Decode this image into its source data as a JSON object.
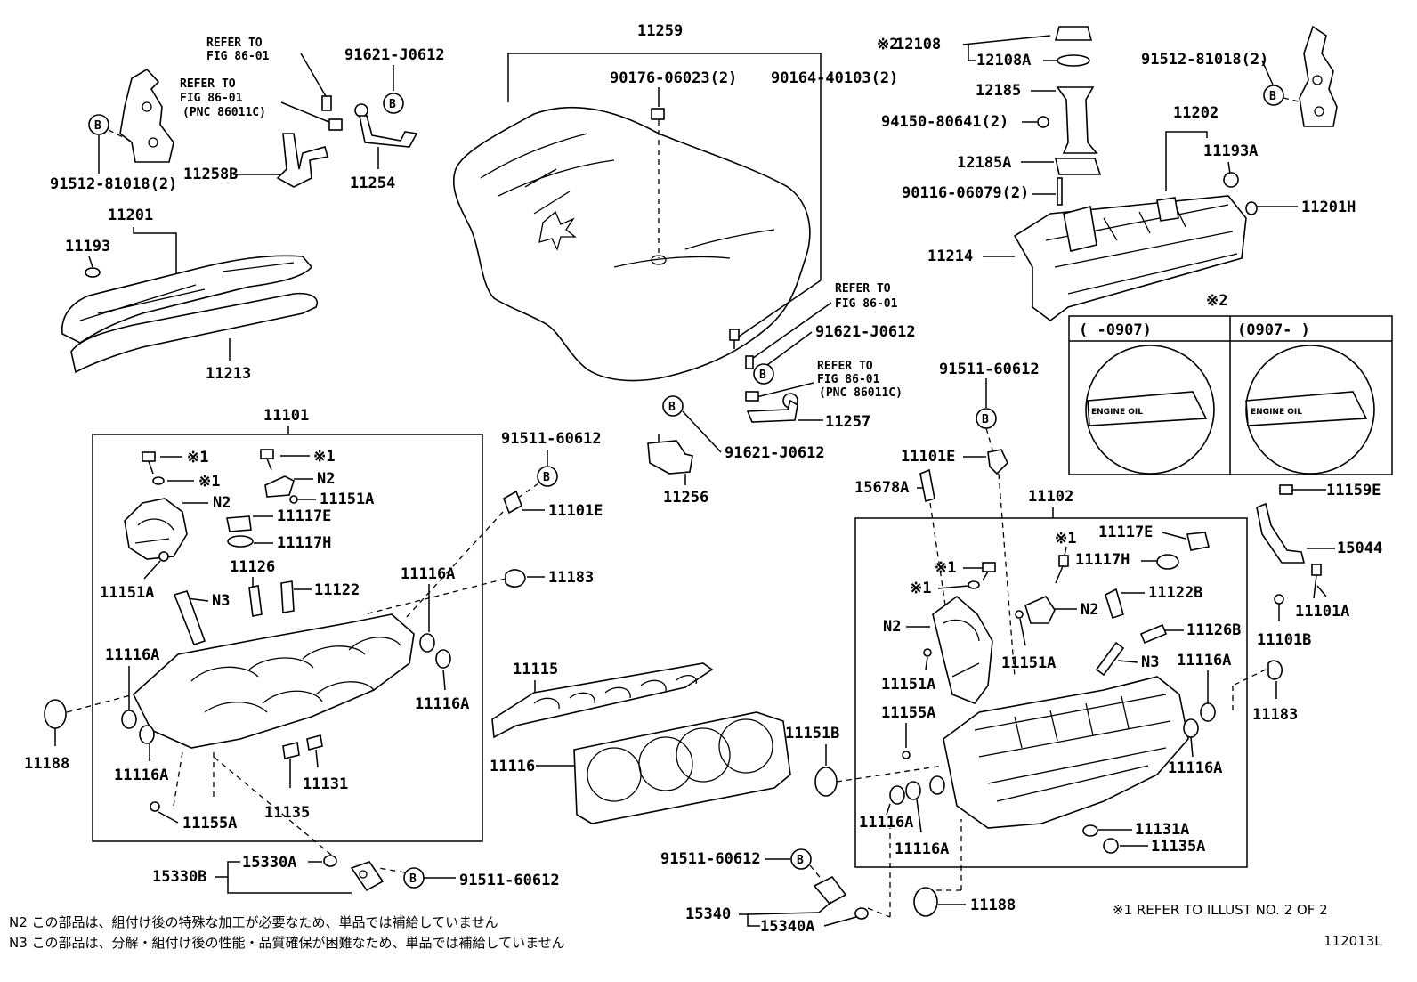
{
  "diagram": {
    "labels": {
      "p11259": "11259",
      "p90176": "90176-06023(2)",
      "p90164": "90164-40103(2)",
      "p91621_top": "91621-J0612",
      "p11254": "11254",
      "p11258B": "11258B",
      "p91512_left": "91512-81018(2)",
      "p11201": "11201",
      "p11193": "11193",
      "p11213": "11213",
      "p12108": "12108",
      "p12108A": "12108A",
      "p12185": "12185",
      "p94150": "94150-80641(2)",
      "p12185A": "12185A",
      "p90116": "90116-06079(2)",
      "p91512_right": "91512-81018(2)",
      "p11202": "11202",
      "p11193A": "11193A",
      "p11201H": "11201H",
      "p11214": "11214",
      "p91621_mid": "91621-J0612",
      "p11257": "11257",
      "p91511_mid": "91511-60612",
      "p11101E_right": "11101E",
      "p15678A": "15678A",
      "p91621_low": "91621-J0612",
      "p11256": "11256",
      "p11101": "11101",
      "p11151A_l1": "11151A",
      "p11117E_l": "11117E",
      "p11117H_l": "11117H",
      "p11126": "11126",
      "p11122": "11122",
      "p11151A_l2": "11151A",
      "p11116A_l1": "11116A",
      "p11116A_l2": "11116A",
      "p11116A_l3": "11116A",
      "p11116A_l4": "11116A",
      "p11188_l": "11188",
      "p11135": "11135",
      "p11131": "11131",
      "p11155A_l": "11155A",
      "p91511_left": "91511-60612",
      "p11101E_left": "11101E",
      "p11183_left": "11183",
      "p11115": "11115",
      "p11116": "11116",
      "p11151B": "11151B",
      "p11102": "11102",
      "p11117E_r": "11117E",
      "p11117H_r": "11117H",
      "p11122B": "11122B",
      "p11126B": "11126B",
      "p11151A_r1": "11151A",
      "p11151A_r2": "11151A",
      "p11155A_r": "11155A",
      "p11116A_r1": "11116A",
      "p11116A_r2": "11116A",
      "p11116A_r3": "11116A",
      "p11116A_r4": "11116A",
      "p11131A": "11131A",
      "p11135A": "11135A",
      "p11159E": "11159E",
      "p15044": "15044",
      "p11101A": "11101A",
      "p11101B": "11101B",
      "p11183_right": "11183",
      "p15330B": "15330B",
      "p15330A": "15330A",
      "p91511_bottom": "91511-60612",
      "p91511_low": "91511-60612",
      "p15340": "15340",
      "p15340A": "15340A",
      "p11188_r": "11188",
      "n2": "N2",
      "n3": "N3",
      "star1": "※1",
      "star2": "※2",
      "b": "B"
    },
    "refer": {
      "refer_to": "REFER TO",
      "fig": "FIG 86-01",
      "pnc": "(PNC 86011C)"
    },
    "inset": {
      "marker": "※2",
      "col1": "(    -0907)",
      "col2": "(0907-    )",
      "cap_text": "ENGINE OIL"
    },
    "notes": {
      "n2_line": "N2  この部品は、組付け後の特殊な加工が必要なため、単品では補給していません",
      "n3_line": "N3  この部品は、分解・組付け後の性能・品質確保が困難なため、単品では補給していません",
      "star_note": "※1  REFER TO ILLUST NO. 2 OF 2",
      "code": "112013L"
    }
  }
}
